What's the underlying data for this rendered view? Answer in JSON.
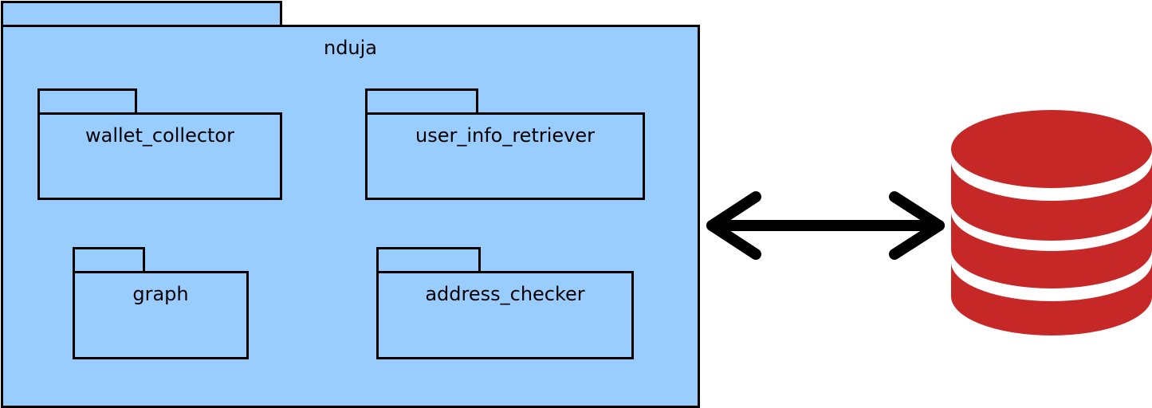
{
  "diagram": {
    "main_package": {
      "name": "nduja"
    },
    "sub_packages": [
      {
        "name": "wallet_collector"
      },
      {
        "name": "user_info_retriever"
      },
      {
        "name": "graph"
      },
      {
        "name": "address_checker"
      }
    ],
    "connector": {
      "type": "bidirectional-arrow"
    },
    "database": {
      "icon": "database-icon",
      "color": "#c62828"
    },
    "package_fill": "#99ccff"
  }
}
